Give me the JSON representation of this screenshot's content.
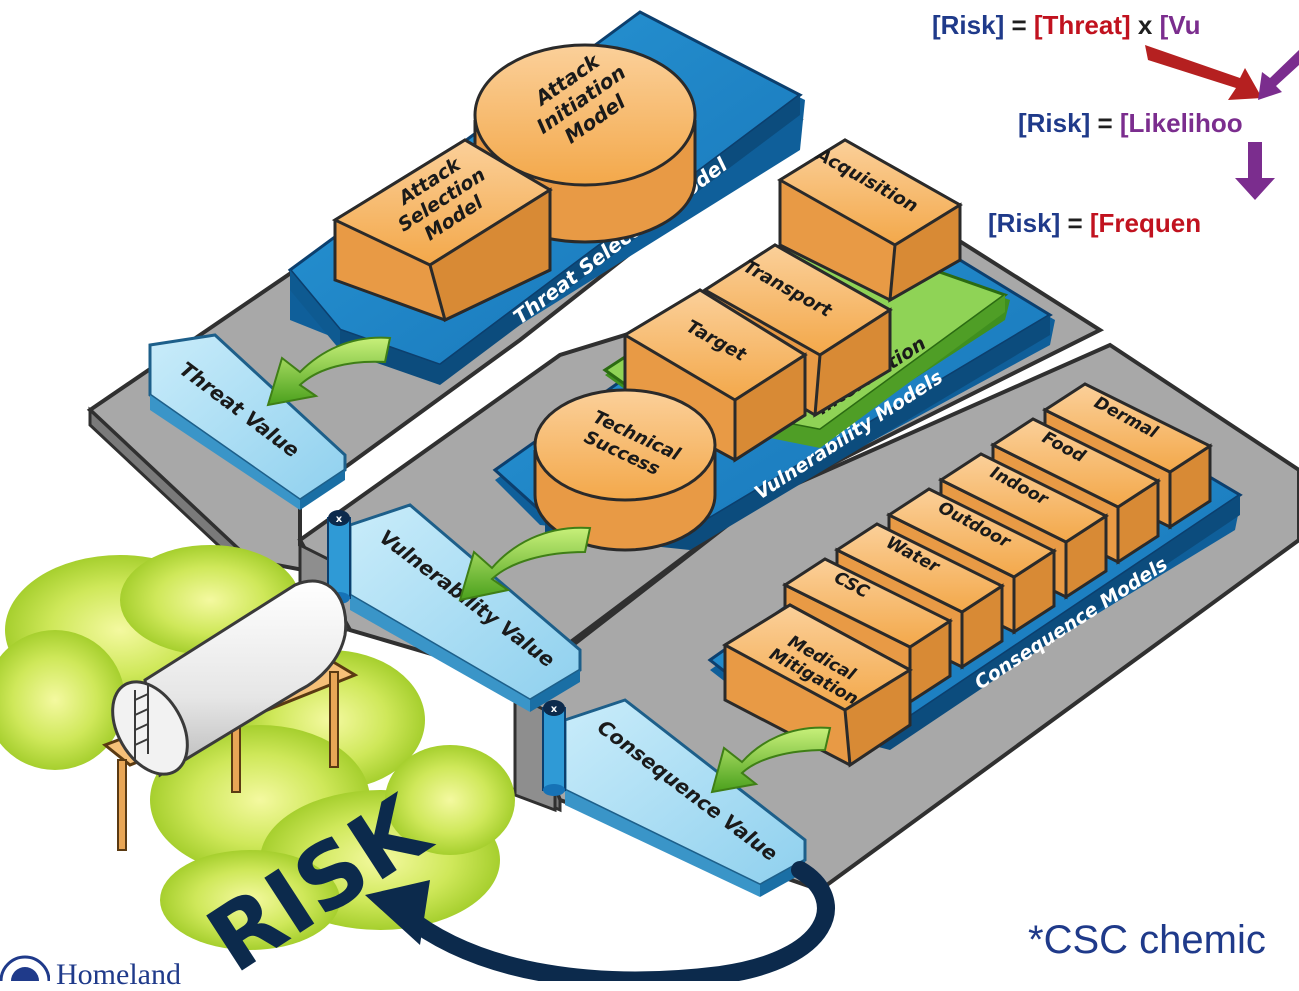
{
  "equations": {
    "line1": {
      "risk": "[Risk]",
      "eq": " = ",
      "threat": "[Threat]",
      "x": " x ",
      "vuln": "[Vu"
    },
    "line2": {
      "risk": "[Risk]",
      "eq": " = ",
      "likelihood": "[Likelihoo"
    },
    "line3": {
      "risk": "[Risk]",
      "eq": " = ",
      "frequency": "[Frequen"
    }
  },
  "threat_selection": {
    "platform_label": "Threat Selection Model",
    "attack_initiation": [
      "Attack",
      "Initiation",
      "Model"
    ],
    "attack_selection": [
      "Attack",
      "Selection",
      "Model"
    ]
  },
  "vulnerability": {
    "platform_label": "Vulnerability Models",
    "interdiction_label": "Interdiction",
    "blocks": [
      "Acquisition",
      "Transport",
      "Target"
    ],
    "technical_success": [
      "Technical",
      "Success"
    ]
  },
  "consequence": {
    "platform_label": "Consequence Models",
    "blocks": [
      "Dermal",
      "Food",
      "Indoor",
      "Outdoor",
      "Water",
      "CSC"
    ],
    "medical_mitigation": [
      "Medical",
      "Mitigation"
    ]
  },
  "values": {
    "threat": "Threat Value",
    "vulnerability": "Vulnerability Value",
    "consequence": "Consequence Value"
  },
  "multiply_symbol": "x",
  "risk_label": "RISK",
  "footnote": "*CSC chemic",
  "dhs_fragment": "Homeland",
  "colors": {
    "platform_blue": "#1a80c4",
    "light_blue": "#aadcf2",
    "orange": "#f6b25c",
    "green": "#7cc142",
    "gray_floor": "#a9a9a9",
    "navy": "#0c2a4c"
  }
}
